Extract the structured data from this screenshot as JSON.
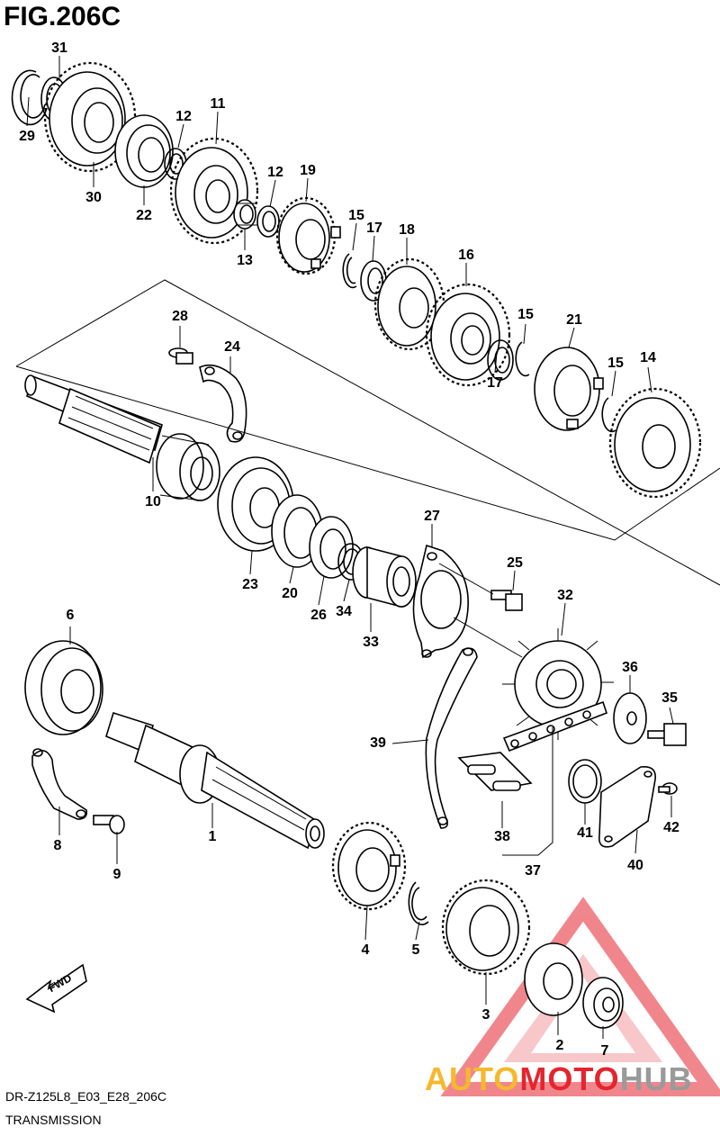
{
  "figure": {
    "title": "FIG.206C"
  },
  "callouts": [
    "1",
    "2",
    "3",
    "4",
    "5",
    "6",
    "7",
    "8",
    "9",
    "10",
    "11",
    "12",
    "12",
    "13",
    "14",
    "15",
    "15",
    "15",
    "16",
    "17",
    "17",
    "18",
    "19",
    "20",
    "21",
    "22",
    "23",
    "24",
    "25",
    "26",
    "27",
    "28",
    "29",
    "30",
    "31",
    "32",
    "33",
    "34",
    "35",
    "36",
    "37",
    "38",
    "39",
    "40",
    "41",
    "42"
  ],
  "footer": {
    "model_code": "DR-Z125L8_E03_E28_206C",
    "section_name": "TRANSMISSION"
  },
  "fwd_label": "FWD",
  "watermark": {
    "part1": "AUTO",
    "part2": "MOTO",
    "part3": "HUB",
    "colors": {
      "auto": "#f5b82e",
      "moto": "#e4252f",
      "hub": "#9a9a9a",
      "triangle": "#e4252f"
    }
  }
}
